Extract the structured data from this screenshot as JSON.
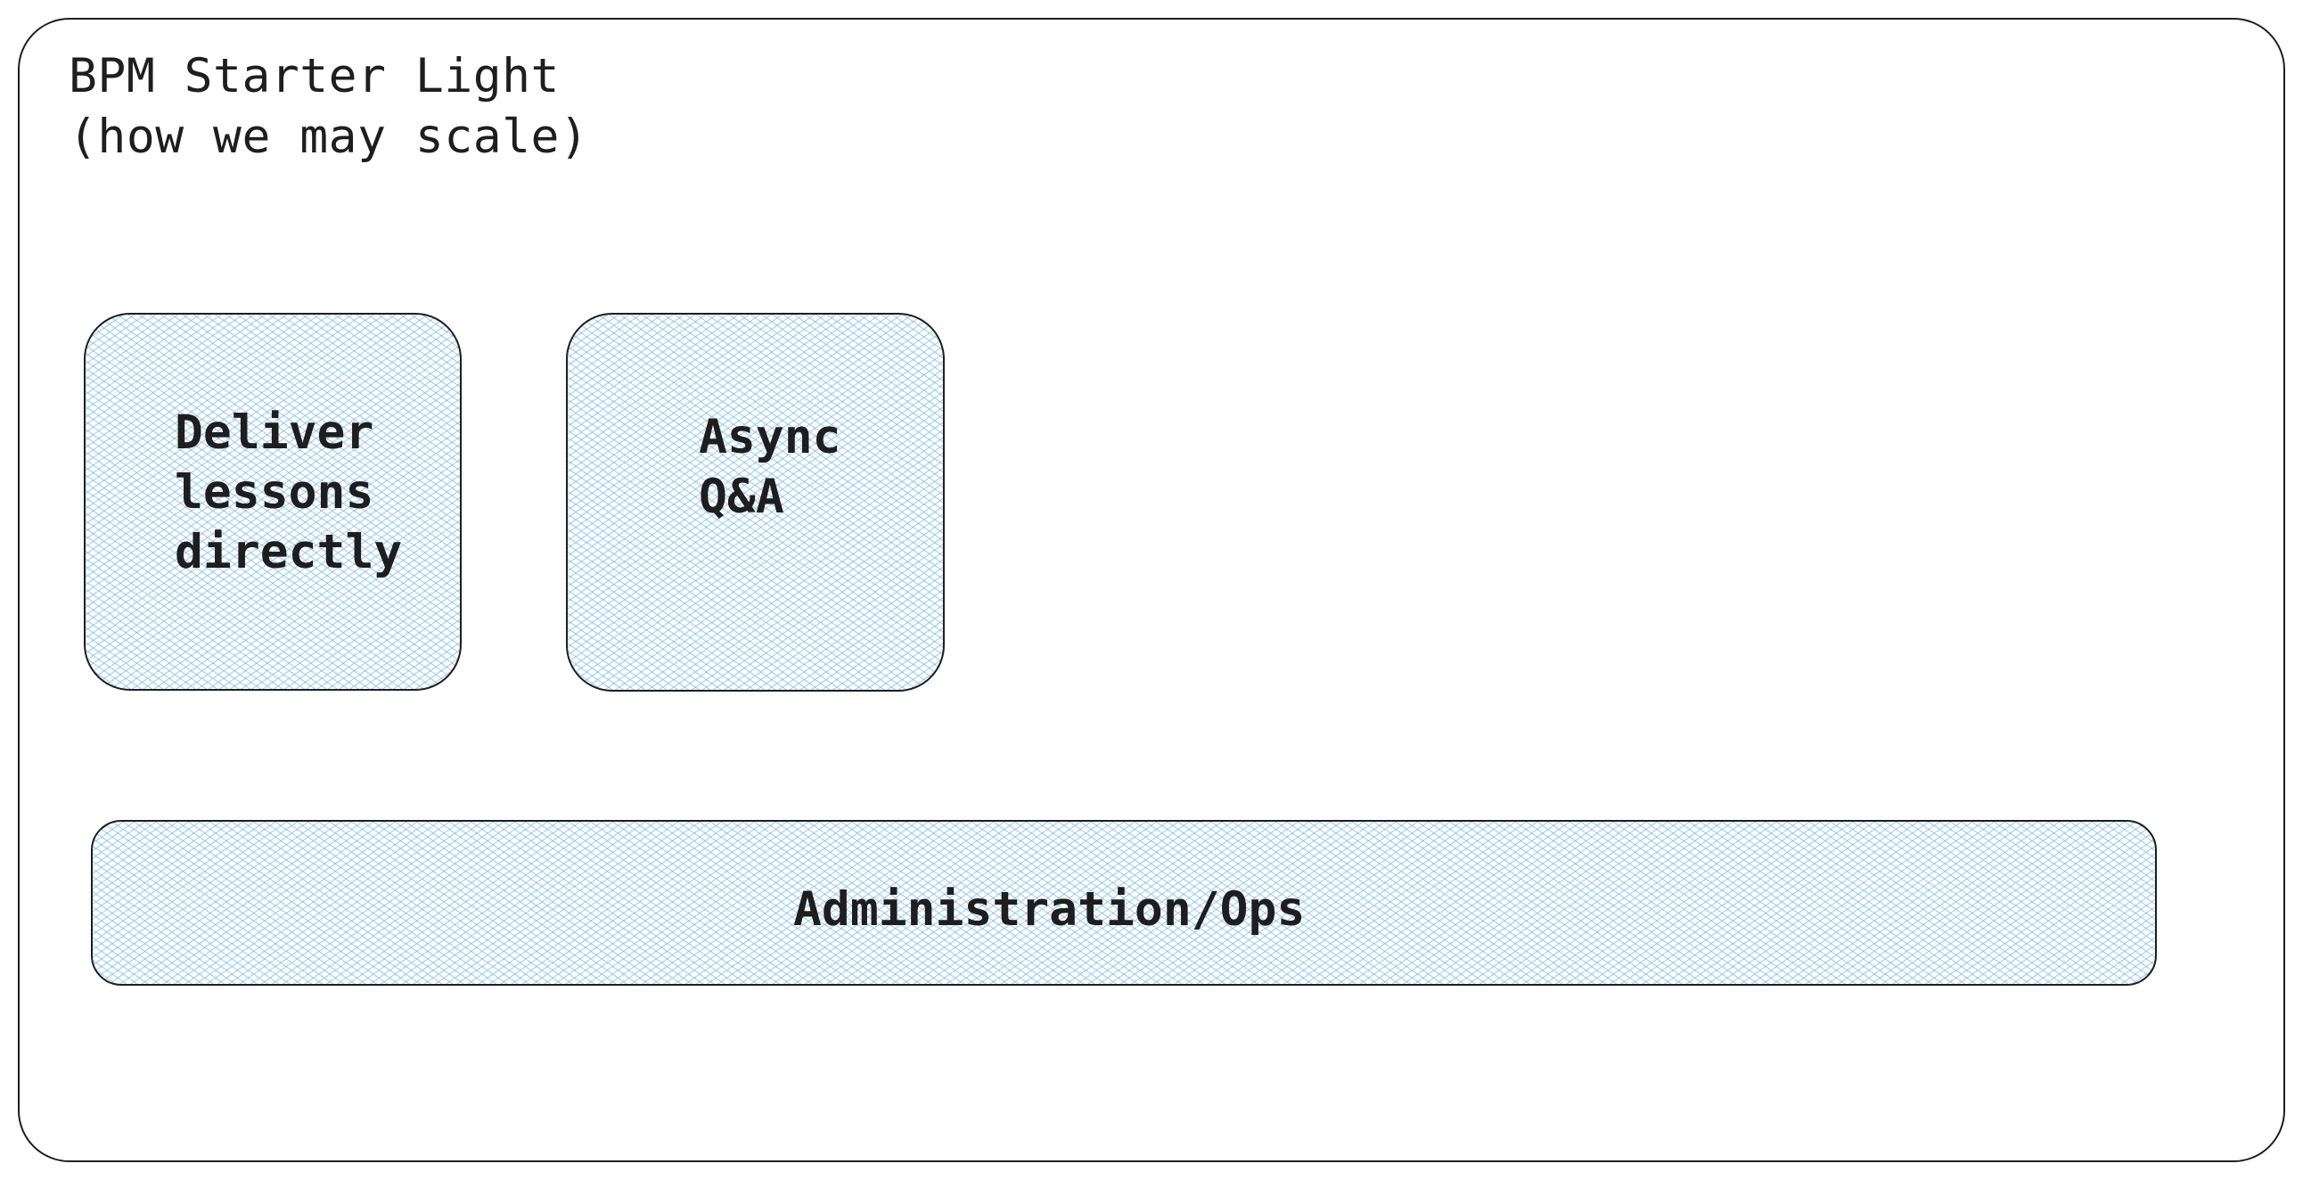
{
  "frame": {
    "title": "BPM Starter Light\n(how we may scale)"
  },
  "blocks": {
    "deliver": {
      "label": "Deliver\nlessons\ndirectly"
    },
    "async": {
      "label": "Async\nQ&A"
    },
    "admin": {
      "label": "Administration/Ops"
    }
  },
  "colors": {
    "stroke": "#1e1e1e",
    "hatch": "#a5d8ff",
    "background": "#ffffff"
  }
}
